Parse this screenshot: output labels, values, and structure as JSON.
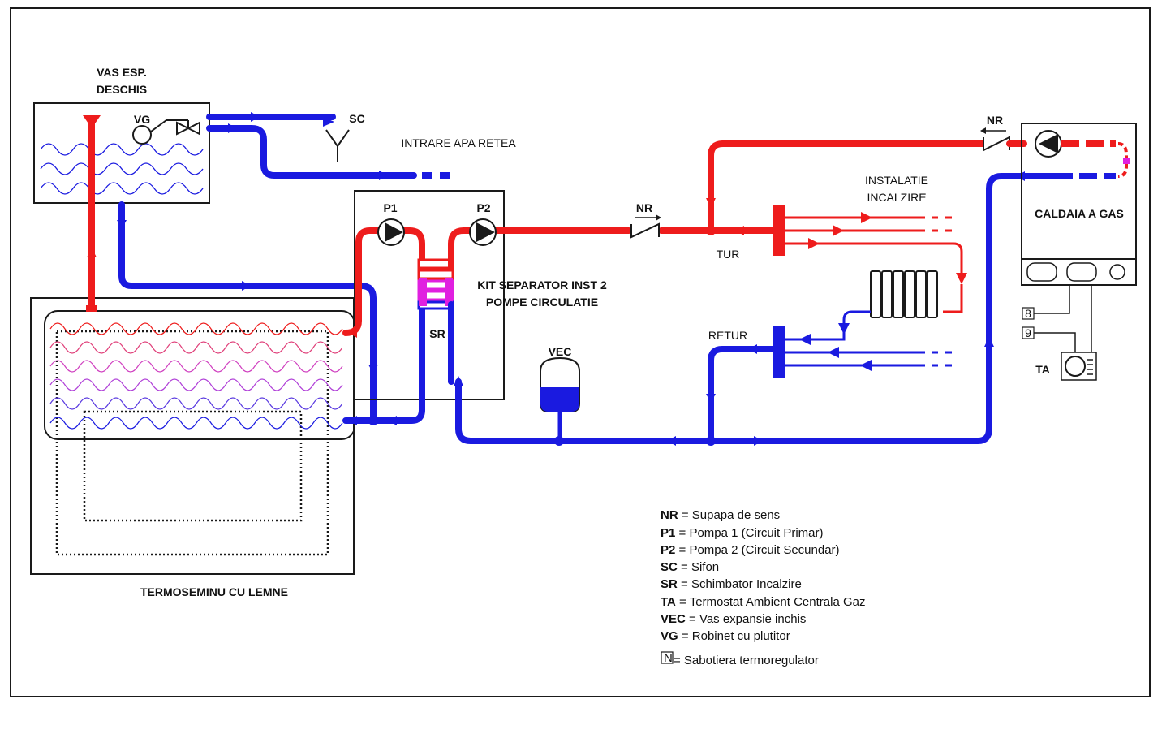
{
  "labels": {
    "vas_esp_line1": "VAS ESP.",
    "vas_esp_line2": "DESCHIS",
    "vg": "VG",
    "sc": "SC",
    "intrare_apa": "INTRARE APA RETEA",
    "p1": "P1",
    "p2": "P2",
    "kit_line1": "KIT SEPARATOR INST 2",
    "kit_line2": "POMPE CIRCULATIE",
    "sr": "SR",
    "nr_top": "NR",
    "nr_mid": "NR",
    "instalatie_line1": "INSTALATIE",
    "instalatie_line2": "INCALZIRE",
    "tur": "TUR",
    "retur": "RETUR",
    "vec": "VEC",
    "caldaia": "CALDAIA A GAS",
    "ta": "TA",
    "term8": "8",
    "term9": "9",
    "termoseminu": "TERMOSEMINU CU LEMNE"
  },
  "legend": [
    {
      "abbr": "NR",
      "text": " = Supapa de sens"
    },
    {
      "abbr": "P1",
      "text": " = Pompa 1 (Circuit Primar)"
    },
    {
      "abbr": "P2",
      "text": " = Pompa 2 (Circuit Secundar)"
    },
    {
      "abbr": "SC",
      "text": " = Sifon"
    },
    {
      "abbr": "SR",
      "text": " = Schimbator Incalzire"
    },
    {
      "abbr": "TA",
      "text": " = Termostat Ambient Centrala Gaz"
    },
    {
      "abbr": "VEC",
      "text": " = Vas expansie inchis"
    },
    {
      "abbr": "VG",
      "text": " = Robinet cu plutitor"
    },
    {
      "abbr": "N",
      "text": " = Sabotiera termoregulator"
    }
  ],
  "colors": {
    "hot": "#ee1c1c",
    "cold": "#1a1ae0",
    "mixed": "#e020e0",
    "frame": "#1a1a1a"
  }
}
